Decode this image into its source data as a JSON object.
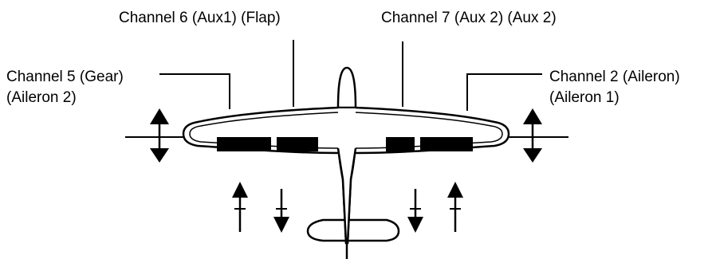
{
  "labels": {
    "ch6": "Channel 6 (Aux1) (Flap)",
    "ch7": "Channel 7 (Aux 2) (Aux 2)",
    "ch5_line1": "Channel 5 (Gear)",
    "ch5_line2": "(Aileron 2)",
    "ch2_line1": "Channel 2 (Aileron)",
    "ch2_line2": "(Aileron 1)"
  },
  "colors": {
    "ink": "#000000",
    "fill": "#ffffff"
  }
}
